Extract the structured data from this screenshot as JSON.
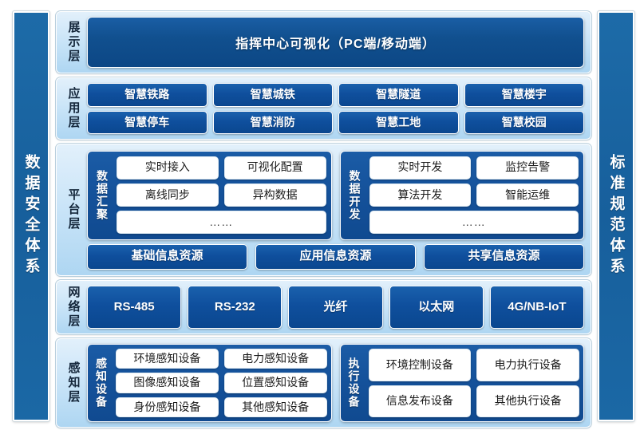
{
  "left_pillar": {
    "label": "数据安全体系"
  },
  "right_pillar": {
    "label": "标准规范体系"
  },
  "layers": {
    "display": {
      "label": "展示层",
      "banner": "指挥中心可视化（PC端/移动端）"
    },
    "application": {
      "label": "应用层",
      "row1": [
        "智慧铁路",
        "智慧城铁",
        "智慧隧道",
        "智慧楼宇"
      ],
      "row2": [
        "智慧停车",
        "智慧消防",
        "智慧工地",
        "智慧校园"
      ]
    },
    "platform": {
      "label": "平台层",
      "group_left": {
        "label": "数据汇聚",
        "row1": [
          "实时接入",
          "可视化配置"
        ],
        "row2": [
          "离线同步",
          "异构数据"
        ],
        "row3": "……"
      },
      "group_right": {
        "label": "数据开发",
        "row1": [
          "实时开发",
          "监控告警"
        ],
        "row2": [
          "算法开发",
          "智能运维"
        ],
        "row3": "……"
      },
      "resources": [
        "基础信息资源",
        "应用信息资源",
        "共享信息资源"
      ]
    },
    "network": {
      "label": "网络层",
      "items": [
        "RS-485",
        "RS-232",
        "光纤",
        "以太网",
        "4G/NB-IoT"
      ]
    },
    "sense": {
      "label": "感知层",
      "group_left": {
        "label": "感知设备",
        "row1": [
          "环境感知设备",
          "电力感知设备"
        ],
        "row2": [
          "图像感知设备",
          "位置感知设备"
        ],
        "row3": [
          "身份感知设备",
          "其他感知设备"
        ]
      },
      "group_right": {
        "label": "执行设备",
        "row1": [
          "环境控制设备",
          "电力执行设备"
        ],
        "row2": [
          "信息发布设备",
          "其他执行设备"
        ]
      }
    }
  },
  "colors": {
    "pillar_blue": "#1a6aa8",
    "chip_blue": "#0f4f9d",
    "banner_blue": "#11508f",
    "layer_bg_light": "#cbe5f8",
    "group_navy": "#14519a",
    "white_chip": "#ffffff"
  }
}
